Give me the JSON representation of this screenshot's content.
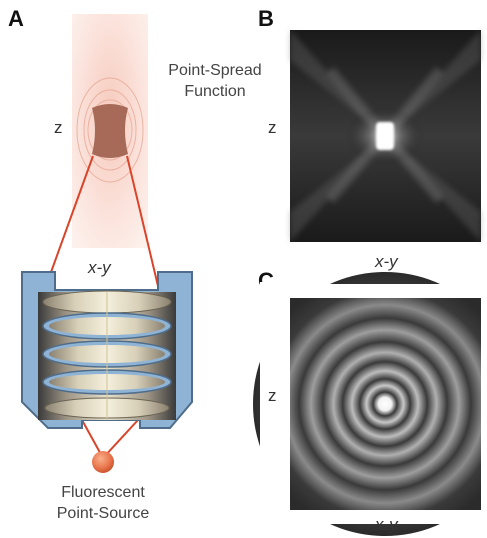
{
  "panels": {
    "a": {
      "letter": "A",
      "z_label": "z",
      "xy_label": "x-y",
      "psf_caption_line1": "Point-Spread",
      "psf_caption_line2": "Function",
      "source_caption_line1": "Fluorescent",
      "source_caption_line2": "Point-Source"
    },
    "b": {
      "letter": "B",
      "z_label": "z",
      "xy_label": "x-y"
    },
    "c": {
      "letter": "C",
      "z_label": "z",
      "xy_label": "x-y"
    }
  },
  "colors": {
    "light_ray": "#d9442a",
    "objective_body": "#8fb3d4",
    "psf_background": "#fbe3dc",
    "psf_core": "#a86a58",
    "point_source": "#e8734a"
  }
}
